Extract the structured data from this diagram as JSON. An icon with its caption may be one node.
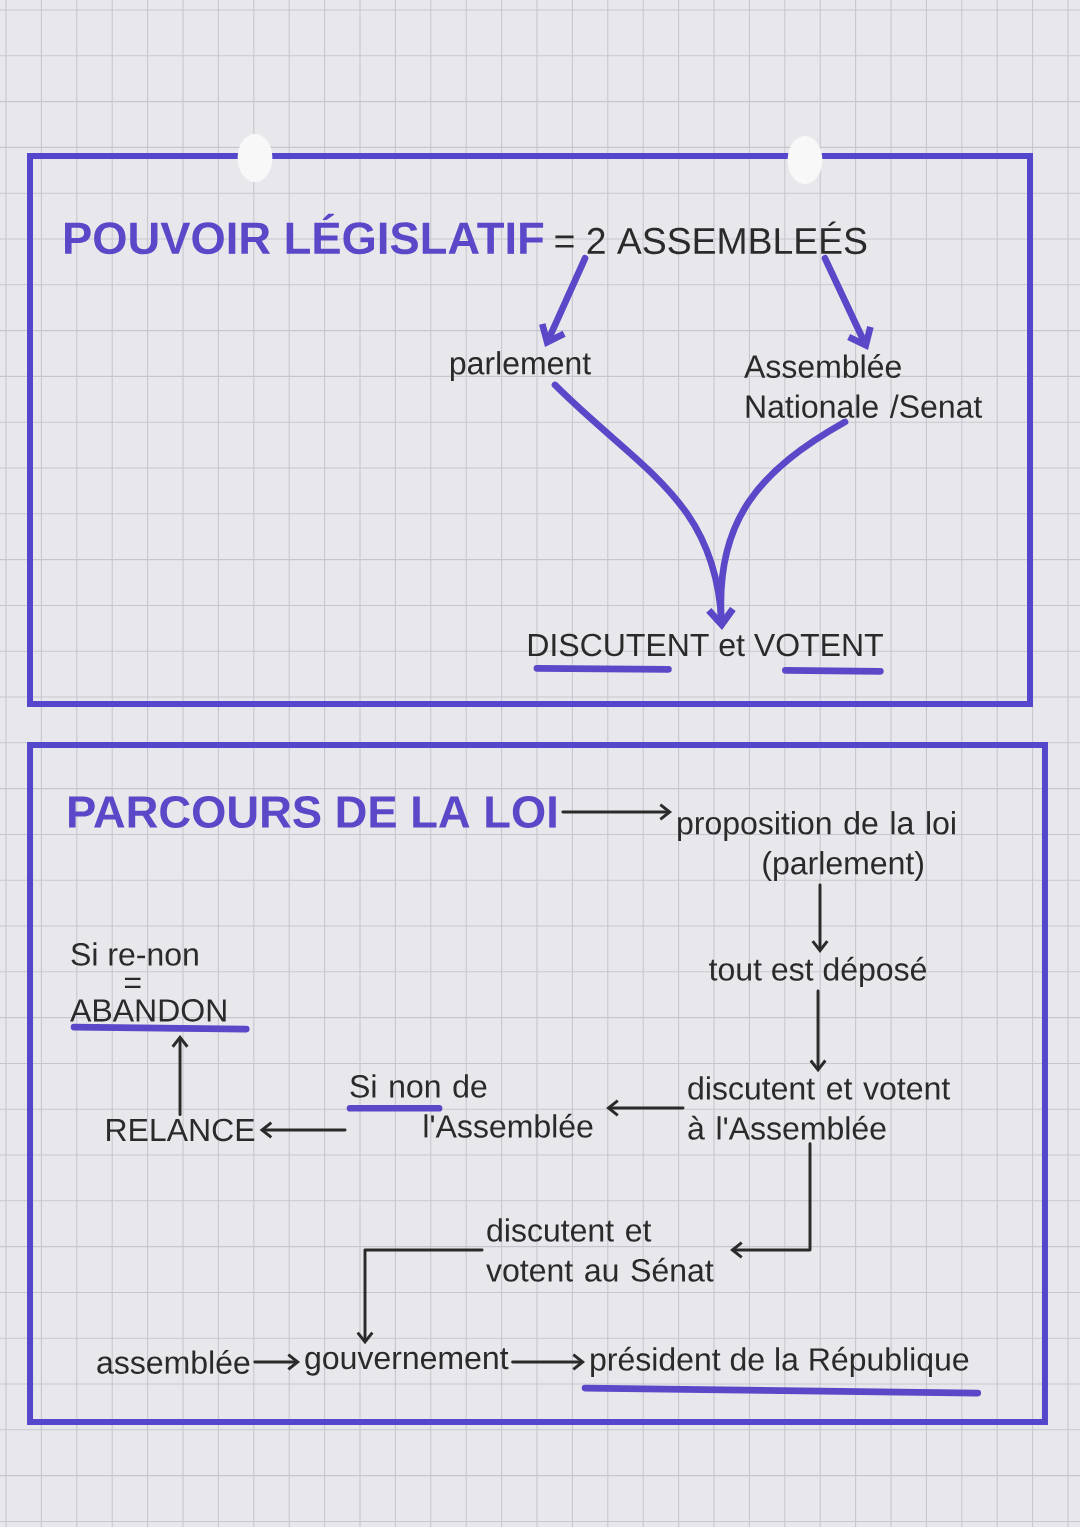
{
  "diagram": {
    "nodes": [
      {
        "text": [],
        "shape": "box"
      },
      {
        "text": [
          "POUVOIR LÉGISLATIF",
          "= 2 ASSEMBLEÉS"
        ],
        "in": 0
      },
      {
        "text": [
          "parlement"
        ],
        "in": 0
      },
      {
        "text": [
          "Assemblée Nationale /Senat"
        ],
        "in": 0
      },
      {
        "text": [
          "DISCUTENT et VOTENT"
        ],
        "in": 0
      },
      {
        "text": [],
        "shape": "box"
      },
      {
        "text": [
          "PARCOURS DE LA LOI"
        ],
        "in": 5
      },
      {
        "text": [
          "proposition de la loi (parlement)"
        ],
        "in": 5
      },
      {
        "text": [
          "Si re-non",
          "=",
          "ABANDON"
        ],
        "in": 5
      },
      {
        "text": [
          "tout est déposé"
        ],
        "in": 5
      },
      {
        "text": [
          "RELANCE"
        ],
        "in": 5
      },
      {
        "text": [
          "Si non de l'Assemblée"
        ],
        "in": 5
      },
      {
        "text": [
          "discutent et votent à l'Assemblée"
        ],
        "in": 5
      },
      {
        "text": [
          "discutent et votent au Sénat"
        ],
        "in": 5
      },
      {
        "text": [
          "assemblée"
        ],
        "in": 5
      },
      {
        "text": [
          "gouvernement"
        ],
        "in": 5
      },
      {
        "text": [
          "président de la République"
        ],
        "in": 5
      }
    ],
    "edges": [
      {
        "from": 1,
        "to": 2,
        "arrow": "to",
        "style": "thick",
        "color": "#5a48c8"
      },
      {
        "from": 1,
        "to": 3,
        "arrow": "to",
        "style": "thick",
        "color": "#5a48c8"
      },
      {
        "from": 2,
        "to": 4,
        "arrow": "to",
        "style": "thick",
        "color": "#5a48c8"
      },
      {
        "from": 3,
        "to": 4,
        "arrow": "to",
        "style": "thick",
        "color": "#5a48c8"
      },
      {
        "from": 6,
        "to": 7,
        "arrow": "to"
      },
      {
        "from": 7,
        "to": 9,
        "arrow": "to"
      },
      {
        "from": 9,
        "to": 12,
        "arrow": "to"
      },
      {
        "from": 12,
        "to": 11,
        "arrow": "to"
      },
      {
        "from": 11,
        "to": 10,
        "arrow": "to"
      },
      {
        "from": 10,
        "to": 8,
        "arrow": "to"
      },
      {
        "from": 12,
        "to": 13,
        "arrow": "to"
      },
      {
        "from": 13,
        "to": 15,
        "arrow": "to"
      },
      {
        "from": 14,
        "to": 15,
        "arrow": "to"
      },
      {
        "from": 15,
        "to": 16,
        "arrow": "to"
      }
    ]
  }
}
